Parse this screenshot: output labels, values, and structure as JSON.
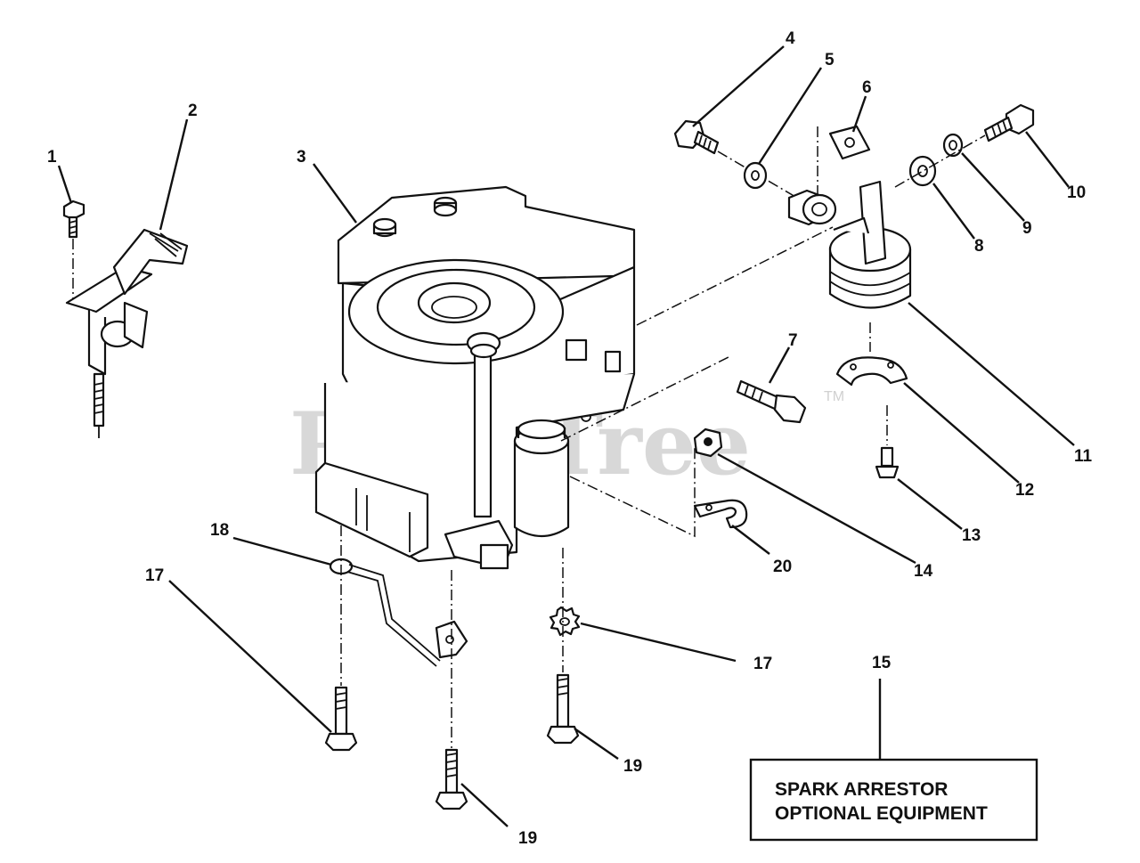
{
  "diagram": {
    "watermark": "PartsTree",
    "trademark": "TM",
    "callouts": [
      {
        "id": "c1",
        "label": "1"
      },
      {
        "id": "c2",
        "label": "2"
      },
      {
        "id": "c3",
        "label": "3"
      },
      {
        "id": "c4",
        "label": "4"
      },
      {
        "id": "c5",
        "label": "5"
      },
      {
        "id": "c6",
        "label": "6"
      },
      {
        "id": "c7",
        "label": "7"
      },
      {
        "id": "c8",
        "label": "8"
      },
      {
        "id": "c9",
        "label": "9"
      },
      {
        "id": "c10",
        "label": "10"
      },
      {
        "id": "c11",
        "label": "11"
      },
      {
        "id": "c12",
        "label": "12"
      },
      {
        "id": "c13",
        "label": "13"
      },
      {
        "id": "c14",
        "label": "14"
      },
      {
        "id": "c15",
        "label": "15"
      },
      {
        "id": "c17a",
        "label": "17"
      },
      {
        "id": "c17b",
        "label": "17"
      },
      {
        "id": "c18",
        "label": "18"
      },
      {
        "id": "c19a",
        "label": "19"
      },
      {
        "id": "c19b",
        "label": "19"
      },
      {
        "id": "c20",
        "label": "20"
      }
    ],
    "note": {
      "line1": "SPARK ARRESTOR",
      "line2": "OPTIONAL EQUIPMENT"
    }
  }
}
